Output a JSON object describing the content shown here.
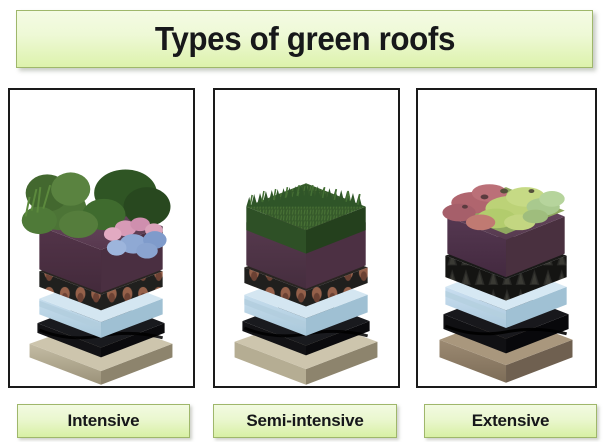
{
  "slide": {
    "title": "Types of green roofs",
    "background_color": "#ffffff",
    "accent_color": "#ddf2ac",
    "border_color": "#9fb76b"
  },
  "panels": [
    {
      "id": "intensive",
      "label": "Intensive",
      "illustration": "isometric-cutaway-green-roof-intensive",
      "vegetation": "tall shrubs and bushes with pink and blue flowering plants",
      "layers": [
        "vegetation",
        "growing substrate",
        "drainage layer",
        "insulation boards",
        "waterproofing membrane",
        "concrete roof deck"
      ]
    },
    {
      "id": "semi-intensive",
      "label": "Semi-intensive",
      "illustration": "isometric-cutaway-green-roof-semi-intensive",
      "vegetation": "dense grass turf",
      "layers": [
        "vegetation",
        "growing substrate",
        "drainage layer",
        "insulation boards",
        "waterproofing membrane",
        "concrete roof deck"
      ]
    },
    {
      "id": "extensive",
      "label": "Extensive",
      "illustration": "isometric-cutaway-green-roof-extensive",
      "vegetation": "low sedum mat in red, yellow-green and sage tones",
      "layers": [
        "vegetation",
        "growing substrate",
        "drainage layer",
        "insulation boards",
        "waterproofing membrane",
        "concrete roof deck"
      ]
    }
  ]
}
